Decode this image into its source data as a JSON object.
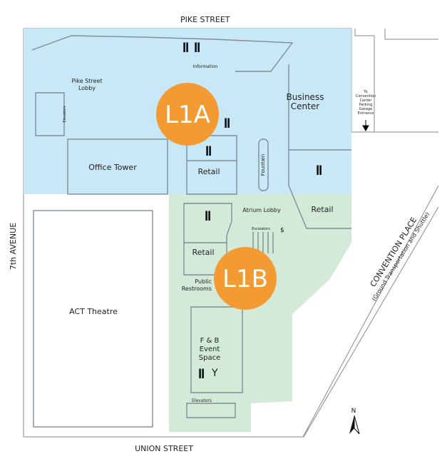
{
  "streets": {
    "north": "PIKE STREET",
    "west": "7th AVENUE",
    "south": "UNION STREET",
    "east": "CONVENTION PLACE",
    "east_sub": "(Ground Transportation and Shuttle)"
  },
  "zones": [
    {
      "label": "L1A",
      "color": "#c9e8f7"
    },
    {
      "label": "L1B",
      "color": "#d3ead9"
    }
  ],
  "badge_color": "#f39a33",
  "rooms": {
    "pike_lobby": [
      "Pike Street",
      "Lobby"
    ],
    "elevators_n": "Elevators",
    "information": "Information",
    "business_center": [
      "Business",
      "Center"
    ],
    "office_tower": "Office Tower",
    "retail_1": "Retail",
    "fountain": "Fountain",
    "retail_2": "Retail",
    "atrium_lobby": "Atrium Lobby",
    "escalators": "Escalators",
    "retail_3": "Retail",
    "restrooms": [
      "Public",
      "Restrooms"
    ],
    "act_theatre": "ACT Theatre",
    "event_space": [
      "F & B",
      "Event",
      "Space"
    ],
    "elevators_s": "Elevators"
  },
  "parking_note": [
    "To",
    "Convention",
    "Center",
    "Parking",
    "Garage",
    "Entrance"
  ],
  "compass": "N",
  "icons": {
    "dining": "fork-knife-icon",
    "bar": "cocktail-icon",
    "atm": "$"
  }
}
